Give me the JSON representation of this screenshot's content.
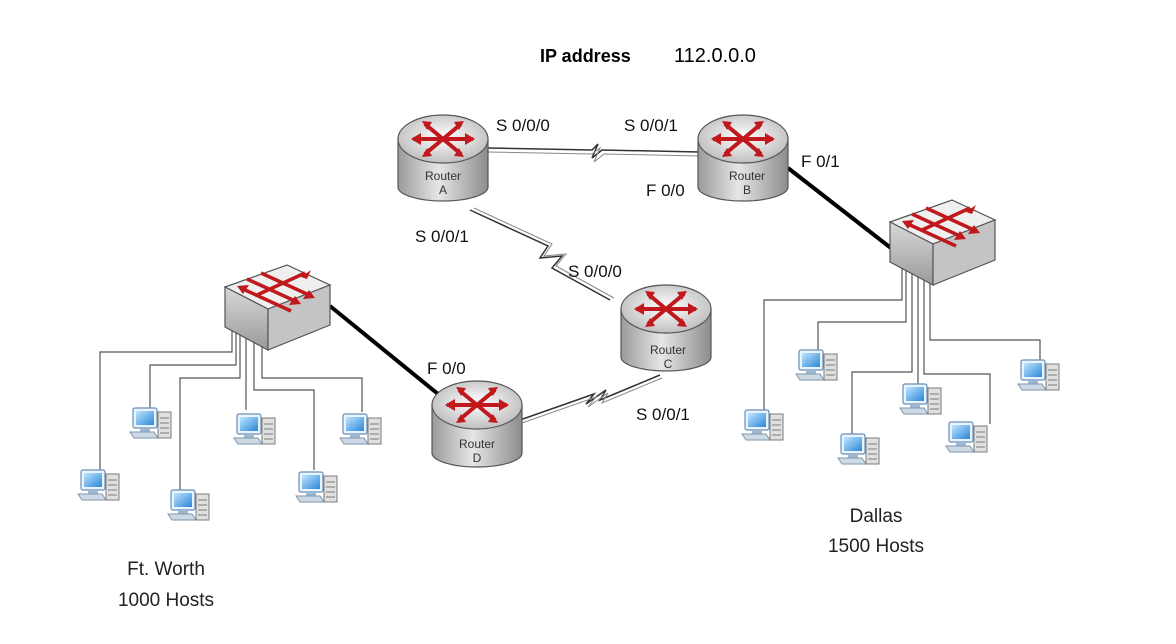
{
  "header": {
    "ip_label": "IP address",
    "ip_value": "112.0.0.0"
  },
  "routers": {
    "a": {
      "name": "Router",
      "id": "A"
    },
    "b": {
      "name": "Router",
      "id": "B"
    },
    "c": {
      "name": "Router",
      "id": "C"
    },
    "d": {
      "name": "Router",
      "id": "D"
    }
  },
  "interfaces": {
    "a_s000": "S 0/0/0",
    "b_s001": "S 0/0/1",
    "b_f00": "F 0/0",
    "b_f01": "F 0/1",
    "a_s001": "S 0/0/1",
    "c_s000": "S 0/0/0",
    "c_s001": "S 0/0/1",
    "d_f00": "F 0/0"
  },
  "sites": {
    "ftworth": {
      "name": "Ft. Worth",
      "hosts": "1000 Hosts"
    },
    "dallas": {
      "name": "Dallas",
      "hosts": "1500 Hosts"
    }
  },
  "colors": {
    "router_arrow": "#c0181c",
    "router_body": "#c8c8c8",
    "host_screen": "#4aa3e8"
  }
}
